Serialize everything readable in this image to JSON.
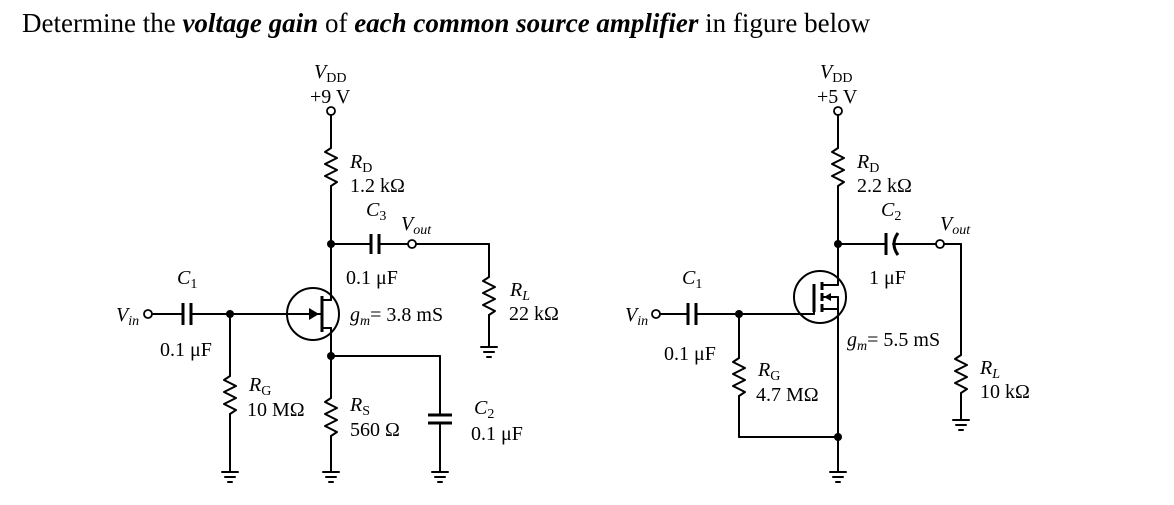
{
  "question": {
    "prefix": "Determine the ",
    "bold1": "voltage gain",
    "middle1": " of ",
    "bold2": "each common source amplifier",
    "suffix": " in figure below"
  },
  "circuit1": {
    "vdd_label": "V",
    "vdd_sub": "DD",
    "vdd_value": "+9 V",
    "rd_label": "R",
    "rd_sub": "D",
    "rd_value": "1.2 kΩ",
    "c3_label": "C",
    "c3_sub": "3",
    "c3_value": "0.1 μF",
    "vout_label": "V",
    "vout_sub": "out",
    "c1_label": "C",
    "c1_sub": "1",
    "c1_value": "0.1 μF",
    "vin_label": "V",
    "vin_sub": "in",
    "gm": "= 3.8 mS",
    "gm_sym": "g",
    "gm_sub": "m",
    "rl_label": "R",
    "rl_sub": "L",
    "rl_value": "22 kΩ",
    "rg_label": "R",
    "rg_sub": "G",
    "rg_value": "10 MΩ",
    "rs_label": "R",
    "rs_sub": "S",
    "rs_value": "560 Ω",
    "c2_label": "C",
    "c2_sub": "2",
    "c2_value": "0.1 μF"
  },
  "circuit2": {
    "vdd_label": "V",
    "vdd_sub": "DD",
    "vdd_value": "+5 V",
    "rd_label": "R",
    "rd_sub": "D",
    "rd_value": "2.2 kΩ",
    "c2_label": "C",
    "c2_sub": "2",
    "c2_value": "1 μF",
    "vout_label": "V",
    "vout_sub": "out",
    "c1_label": "C",
    "c1_sub": "1",
    "c1_value": "0.1 μF",
    "vin_label": "V",
    "vin_sub": "in",
    "gm": "= 5.5 mS",
    "gm_sym": "g",
    "gm_sub": "m",
    "rg_label": "R",
    "rg_sub": "G",
    "rg_value": "4.7 MΩ",
    "rl_label": "R",
    "rl_sub": "L",
    "rl_value": "10 kΩ"
  }
}
